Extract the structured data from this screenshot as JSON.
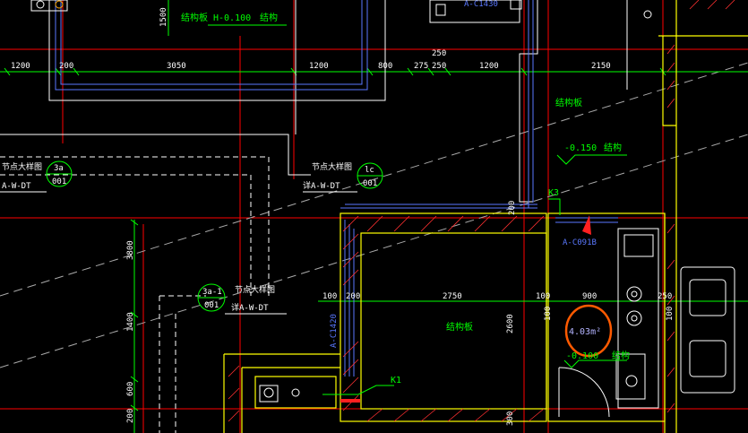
{
  "colors": {
    "background": "#000000",
    "grid_red": "#ff0000",
    "wall_yellow": "#ffff00",
    "wall_hatch": "#ff3030",
    "dim_green": "#00ff00",
    "text_white": "#ffffff",
    "structure_blue": "#5a78ff",
    "callout_orange": "#ff5a00",
    "dashed_gray": "#9a9a9a"
  },
  "dimensions_top": [
    "1200",
    "200",
    "3050",
    "1200",
    "800",
    "275",
    "250",
    "1200",
    "2150"
  ],
  "dimension_top_extra": "250",
  "dimension_left": [
    "1500"
  ],
  "dimensions_vertical": [
    "3800",
    "1400",
    "600",
    "200"
  ],
  "room_dims": {
    "d100a": "100",
    "d200": "200",
    "d2750": "2750",
    "d100b": "100",
    "d900": "900",
    "d250": "250",
    "d2600": "2600",
    "d100c": "100",
    "d300": "300",
    "d200b": "200",
    "d100d": "100"
  },
  "labels": {
    "jiegouban": "结构板",
    "jiegou": "结构",
    "level_top": "H-0.100",
    "level_right": "-0.150",
    "level_bottom": "-0.100",
    "detail_title": "节点大样图",
    "detail_ref": "详A-W-DT",
    "detail_ref_left": "A-W-DT",
    "detail_left_title": "节点大样图",
    "k1": "K1",
    "k3": "K3",
    "a_c091b": "A-C091B",
    "a_c1420": "A-C1420",
    "a_top_tag": "A-C1430"
  },
  "bubbles": {
    "b1_top": "3a",
    "b1_bot": "001",
    "b2_top": "lc",
    "b2_bot": "001",
    "b3_top": "3a-1",
    "b3_bot": "001"
  },
  "callout": {
    "area": "4.03m²"
  }
}
